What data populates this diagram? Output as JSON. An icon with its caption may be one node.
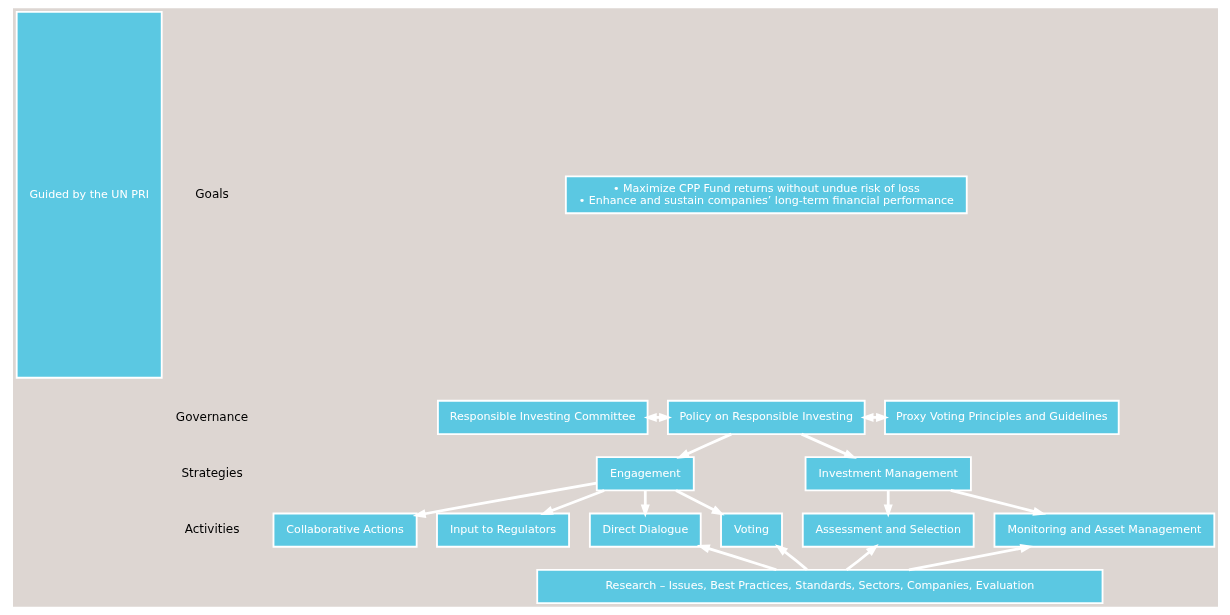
{
  "diagram": {
    "nodes": [
      {
        "text": [
          "Guided by the UN PRI"
        ]
      },
      {
        "text": [
          "• Maximize CPP Fund returns without undue risk of loss",
          "• Enhance and sustain companies’ long-term financial performance"
        ]
      },
      {
        "text": [
          "Responsible Investing Committee"
        ]
      },
      {
        "text": [
          "Policy on Responsible Investing"
        ]
      },
      {
        "text": [
          "Proxy Voting Principles and Guidelines"
        ]
      },
      {
        "text": [
          "Engagement"
        ]
      },
      {
        "text": [
          "Investment Management"
        ]
      },
      {
        "text": [
          "Collaborative Actions"
        ]
      },
      {
        "text": [
          "Input to Regulators"
        ]
      },
      {
        "text": [
          "Assessment and Selection"
        ]
      },
      {
        "text": [
          "Monitoring and Asset Management"
        ]
      },
      {
        "text": [
          "Direct Dialogue"
        ]
      },
      {
        "text": [
          "Voting"
        ]
      },
      {
        "text": [
          "Research – Issues, Best Practices, Standards, Sectors, Companies, Evaluation"
        ]
      }
    ],
    "edges": [
      {
        "from": 2,
        "to": 3,
        "arrow": "both"
      },
      {
        "from": 3,
        "to": 4,
        "arrow": "both"
      },
      {
        "from": 3,
        "to": 5,
        "arrow": "to"
      },
      {
        "from": 3,
        "to": 6,
        "arrow": "to"
      },
      {
        "from": 5,
        "to": 7,
        "arrow": "to"
      },
      {
        "from": 5,
        "to": 8,
        "arrow": "to"
      },
      {
        "from": 5,
        "to": 11,
        "arrow": "to"
      },
      {
        "from": 5,
        "to": 12,
        "arrow": "to"
      },
      {
        "from": 6,
        "to": 9,
        "arrow": "to"
      },
      {
        "from": 6,
        "to": 10,
        "arrow": "to"
      },
      {
        "from": 13,
        "to": 11,
        "arrow": "to"
      },
      {
        "from": 13,
        "to": 12,
        "arrow": "to"
      },
      {
        "from": 13,
        "to": 9,
        "arrow": "to"
      },
      {
        "from": 13,
        "to": 10,
        "arrow": "to"
      }
    ],
    "labels": [
      "Goals",
      "Governance",
      "Strategies",
      "Activities"
    ]
  }
}
